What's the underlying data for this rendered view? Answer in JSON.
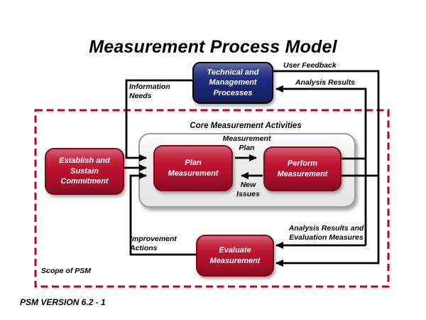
{
  "slide": {
    "title": "Measurement Process Model",
    "footer": "PSM VERSION 6.2 - 1"
  },
  "scope": {
    "label": "Scope of PSM"
  },
  "group": {
    "core_activities": "Core Measurement Activities"
  },
  "boxes": {
    "technical": "Technical and\nManagement\nProcesses",
    "establish": "Establish and\nSustain\nCommitment",
    "plan": "Plan\nMeasurement",
    "perform": "Perform\nMeasurement",
    "evaluate": "Evaluate\nMeasurement"
  },
  "flows": {
    "user_feedback": "User Feedback",
    "analysis_results": "Analysis Results",
    "information_needs": "Information\nNeeds",
    "measurement_plan": "Measurement\nPlan",
    "new_issues": "New\nIssues",
    "improvement_actions": "Improvement\nActions",
    "analysis_results_eval": "Analysis Results and\nEvaluation Measures"
  },
  "colors": {
    "box_red": "#be1230",
    "box_blue": "#1c2b7e",
    "scope_dash": "#c00022",
    "line": "#000000",
    "activities_fill": "#e8e8e6"
  }
}
